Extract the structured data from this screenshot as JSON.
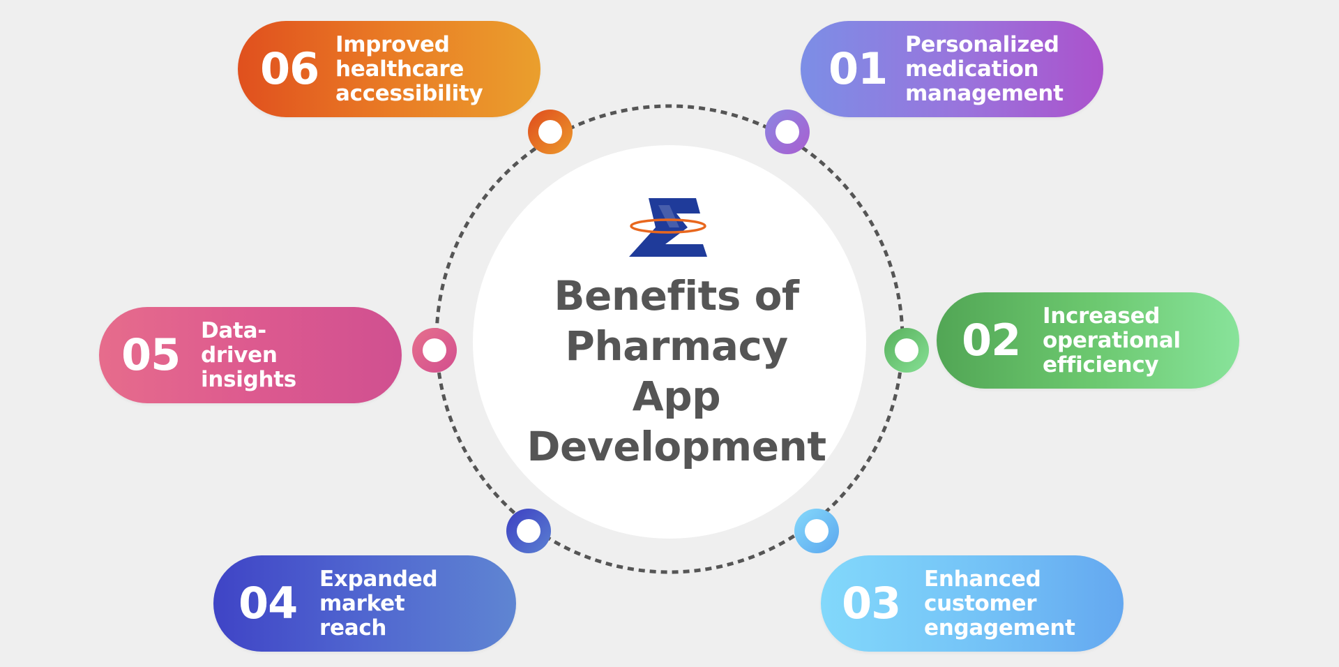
{
  "title": "Benefits of\nPharmacy\nApp\nDevelopment",
  "colors": {
    "background": "#efefef",
    "ring_stroke": "#555555",
    "title_text": "#555555",
    "logo_blue": "#1f3b9a",
    "logo_orange": "#e8671e"
  },
  "benefits": [
    {
      "num": "01",
      "label": "Personalized medication management",
      "accent": "#9a73dc"
    },
    {
      "num": "02",
      "label": "Increased operational efficiency",
      "accent": "#6bc76e"
    },
    {
      "num": "03",
      "label": "Enhanced customer engagement",
      "accent": "#75c4f7"
    },
    {
      "num": "04",
      "label": "Expanded market reach",
      "accent": "#4a56cc"
    },
    {
      "num": "05",
      "label": "Data-driven insights",
      "accent": "#dd5a8f"
    },
    {
      "num": "06",
      "label": "Improved healthcare accessibility",
      "accent": "#e0501e"
    }
  ]
}
